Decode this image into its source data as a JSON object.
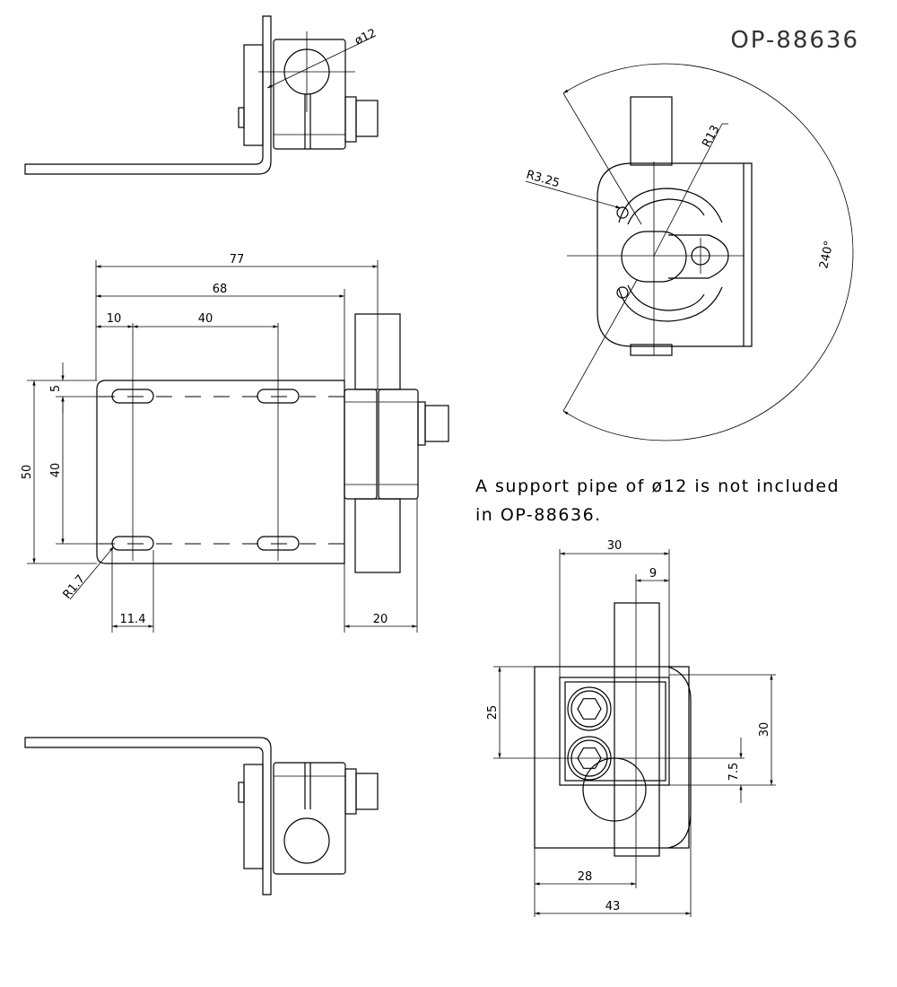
{
  "part_number": "OP-88636",
  "note": {
    "line1": "A support pipe of ø12 is not included",
    "line2": "in OP-88636."
  },
  "side_view_top": {
    "pipe_diameter_label": "ø12"
  },
  "plate_view": {
    "dim_overall_77": "77",
    "dim_68": "68",
    "dim_10": "10",
    "dim_40_horizontal": "40",
    "dim_5": "5",
    "dim_40_vertical": "40",
    "dim_50": "50",
    "dim_radius": "R1.7",
    "dim_11_4": "11.4",
    "dim_20": "20"
  },
  "rotation_view": {
    "dim_r13": "R13",
    "dim_r3_25": "R3.25",
    "dim_angle": "240°"
  },
  "clamp_view": {
    "dim_30_top": "30",
    "dim_9": "9",
    "dim_25": "25",
    "dim_30_right": "30",
    "dim_7_5": "7.5",
    "dim_28": "28",
    "dim_43": "43"
  }
}
